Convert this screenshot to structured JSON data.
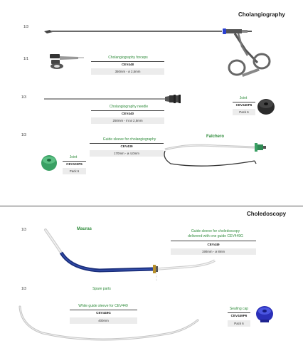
{
  "sections": {
    "cholangiography": {
      "title": "Cholangiography"
    },
    "choledoscopy": {
      "title": "Choledoscopy"
    }
  },
  "scales": {
    "row1": "1/3",
    "row2": "1/1",
    "row3": "1/3",
    "row4": "1/3",
    "row5": "1/3",
    "row6": "1/3"
  },
  "products": {
    "forceps": {
      "name": "Cholangiography forceps",
      "code": "CEV448",
      "spec": "350mm - ø 2,5mm"
    },
    "needle": {
      "name": "Cholangiography needle",
      "code": "CEV440",
      "spec": "250mm - Int ø 2,5mm"
    },
    "joint1": {
      "name": "Joint",
      "code": "CEV440P6",
      "pack": "Pack 6"
    },
    "guide_sleeve_chol": {
      "name": "Guide sleeve for cholangiography",
      "code": "CEV439",
      "spec": "170mm - ø 4,0mm"
    },
    "joint2": {
      "name": "Joint",
      "code": "CEV103P6",
      "pack": "Pack 6"
    },
    "falchero": {
      "name": "Falchero"
    },
    "mauras": {
      "name": "Mauras"
    },
    "guide_sleeve_choled": {
      "name": "Guide sleeve for choledoscopy",
      "name2": "delivered with one guide CEV449G",
      "code": "CEV449",
      "spec": "190mm - ø 8mm"
    },
    "spare_parts": {
      "name": "Spare parts"
    },
    "white_guide": {
      "name": "White guide sleeve for CEV449",
      "code": "CEV449G",
      "spec": "400mm"
    },
    "sealing_cap": {
      "name": "Sealing cap",
      "code": "CEV449P6",
      "pack": "Pack 6"
    }
  },
  "colors": {
    "green_text": "#2e8b3a",
    "joint_green": "#3aa064",
    "cap_blue": "#2a2fb8",
    "sleeve_blue": "#1a2e7a",
    "dark_joint": "#333333"
  }
}
